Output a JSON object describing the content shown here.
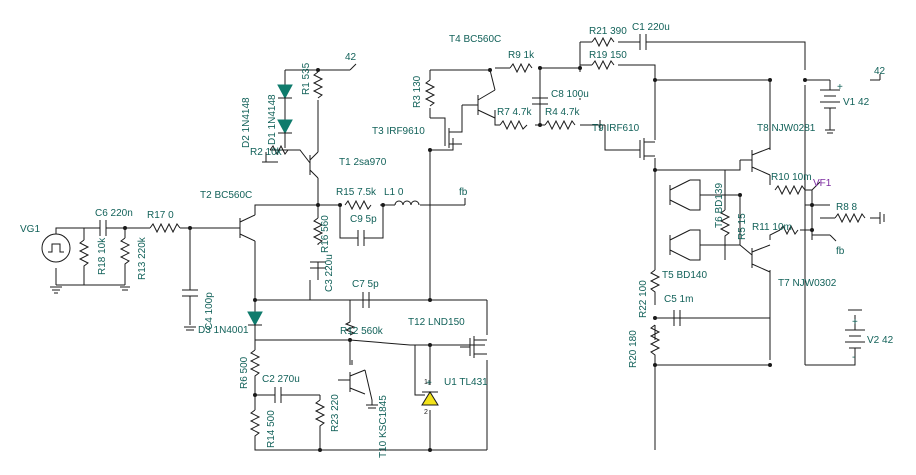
{
  "title": "",
  "rails": {
    "pos_left": "42",
    "pos_right": "42",
    "fb_top": "fb",
    "fb_bottom": "fb"
  },
  "probe": "VF1",
  "sources": {
    "vg1": "VG1",
    "v1": "V1 42",
    "v2": "V2 42"
  },
  "polarity": {
    "plus": "+",
    "minus": "-"
  },
  "components": {
    "c6": "C6 220n",
    "r17": "R17 0",
    "r18": "R18 10k",
    "r13": "R13 220k",
    "c4": "C4 100p",
    "t2": "T2 BC560C",
    "d2": "D2 1N4148",
    "d1": "D1 1N4148",
    "r1": "R1 535",
    "r2": "R2 10k",
    "t1": "T1 2sa970",
    "r15": "R15 7.5k",
    "l1": "L1 0",
    "c9": "C9 5p",
    "r16": "R16 560",
    "c3": "C3 220u",
    "c7": "C7 5p",
    "d3": "D3 1N4001",
    "r12": "R12 560k",
    "r6": "R6 500",
    "c2": "C2 270u",
    "t10": "T10 KSC1845",
    "r14": "R14 500",
    "r23": "R23 220",
    "t12": "T12 LND150",
    "u1": "U1 TL431",
    "u1_pin1": "1",
    "u1_pin2": "2",
    "t4": "T4 BC560C",
    "r3": "R3 130",
    "r9": "R9 1k",
    "c8": "C8 100u",
    "r7": "R7 4.7k",
    "r4": "R4 4.7k",
    "t3": "T3 IRF9610",
    "t9": "T9 IRF610",
    "r21": "R21 390",
    "c1": "C1 220u",
    "r19": "R19 150",
    "t8": "T8 NJW0281",
    "r10": "R10 10m",
    "r8": "R8 8",
    "t6": "T6 BD139",
    "r5": "R5 15",
    "r11": "R11 10m",
    "t5": "T5 BD140",
    "t7": "T7 NJW0302",
    "r22": "R22 100",
    "c5": "C5 1m",
    "r20": "R20 180"
  }
}
